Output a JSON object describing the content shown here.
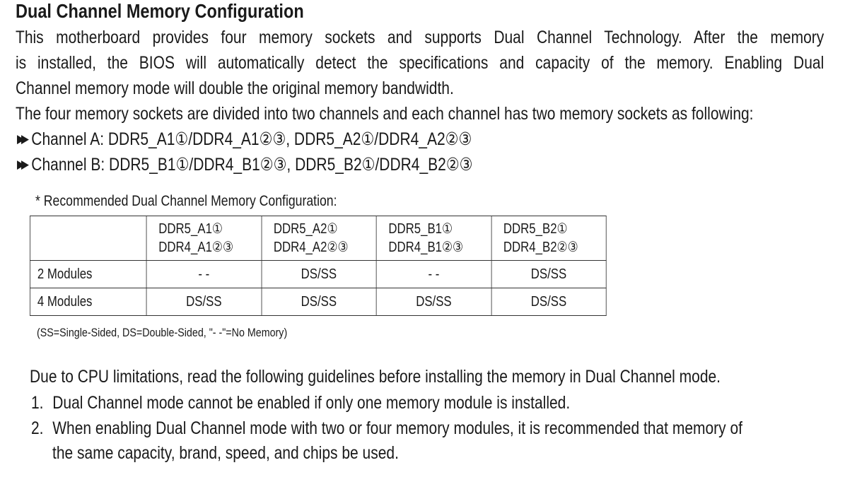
{
  "title": "Dual Channel Memory Configuration",
  "intro_lines": [
    "This motherboard provides four memory sockets and supports Dual Channel Technology. After the memory",
    "is installed, the BIOS will automatically detect the specifications and capacity of the memory. Enabling Dual",
    "Channel memory mode will double the original memory bandwidth."
  ],
  "division_line": "The four memory sockets are divided into two channels and each channel has two memory sockets as following:",
  "bullet_icon": "double-arrow-right",
  "channels": [
    "Channel A: DDR5_A1①/DDR4_A1②③, DDR5_A2①/DDR4_A2②③",
    "Channel B: DDR5_B1①/DDR4_B1②③, DDR5_B2①/DDR4_B2②③"
  ],
  "recommended_label": "*  Recommended Dual Channel Memory Configuration:",
  "table": {
    "headers": [
      {
        "l1": "DDR5_A1①",
        "l2": "DDR4_A1②③"
      },
      {
        "l1": "DDR5_A2①",
        "l2": "DDR4_A2②③"
      },
      {
        "l1": "DDR5_B1①",
        "l2": "DDR4_B1②③"
      },
      {
        "l1": "DDR5_B2①",
        "l2": "DDR4_B2②③"
      }
    ],
    "rows": [
      {
        "label": "2 Modules",
        "cells": [
          "- -",
          "DS/SS",
          "- -",
          "DS/SS"
        ]
      },
      {
        "label": "4 Modules",
        "cells": [
          "DS/SS",
          "DS/SS",
          "DS/SS",
          "DS/SS"
        ]
      }
    ]
  },
  "table_note": "(SS=Single-Sided, DS=Double-Sided, \"- -\"=No Memory)",
  "guidelines_intro": "Due to CPU limitations, read the following guidelines before installing the memory in Dual Channel mode.",
  "guidelines": [
    {
      "num": "1.",
      "lines": [
        "Dual Channel mode cannot be enabled if only one memory module is installed."
      ]
    },
    {
      "num": "2.",
      "lines": [
        "When enabling Dual Channel mode with two or four memory modules, it is recommended that memory of",
        "the same capacity, brand, speed, and chips be used."
      ]
    }
  ]
}
